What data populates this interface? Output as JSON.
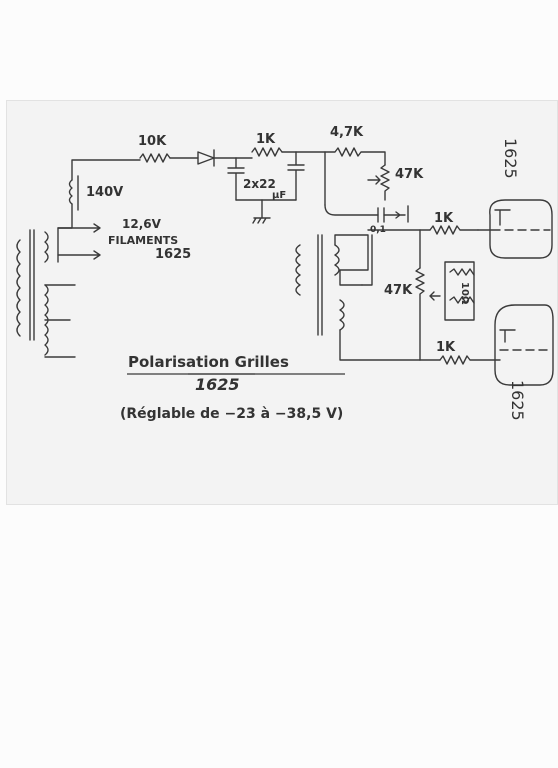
{
  "labels": {
    "r_10k": "10K",
    "r_1k_top": "1K",
    "r_4_7k": "4,7K",
    "pot_47k_top": "47K",
    "cap_2x22": "2x22",
    "cap_unit": "µF",
    "v_140": "140V",
    "v_12_6": "12,6V",
    "filaments": "FILAMENTS",
    "filaments_tube": "1625",
    "cap_01": "0,1",
    "r_1k_upper": "1K",
    "r_47k_mid": "47K",
    "r_10_ohm": "10Ω",
    "r_1k_lower": "1K",
    "tube_top": "1625",
    "tube_bottom": "1625"
  },
  "caption": {
    "title": "Polarisation Grilles",
    "tube": "1625",
    "range": "(Réglable de −23 à −38,5 V)"
  }
}
